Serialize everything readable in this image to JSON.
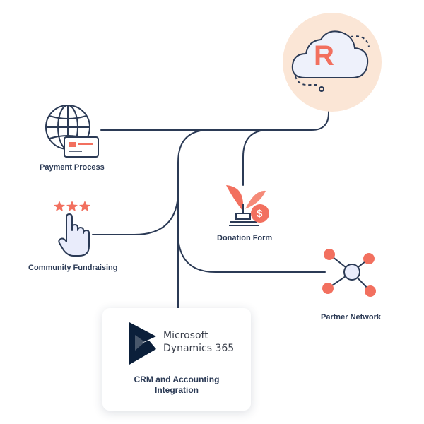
{
  "nodes": {
    "brand": {
      "letter": "R"
    },
    "payment": {
      "label": "Payment Process"
    },
    "community": {
      "label": "Community Fundraising"
    },
    "donation": {
      "label": "Donation Form",
      "currency_symbol": "$"
    },
    "partner": {
      "label": "Partner Network"
    },
    "crm": {
      "brand_line1": "Microsoft",
      "brand_line2": "Dynamics 365",
      "caption_line1": "CRM and Accounting",
      "caption_line2": "Integration"
    }
  },
  "colors": {
    "line": "#2b3a55",
    "accent": "#f2705f",
    "brand_circle": "#fbe6d6",
    "brand_cloud": "#eef1fb",
    "icon_fill": "#e9ecfb"
  },
  "icons": [
    "globe-icon",
    "credit-card-icon",
    "star-icon",
    "pointing-hand-icon",
    "plant-icon",
    "coin-icon",
    "network-icon",
    "cloud-icon",
    "dynamics-logo-icon"
  ]
}
